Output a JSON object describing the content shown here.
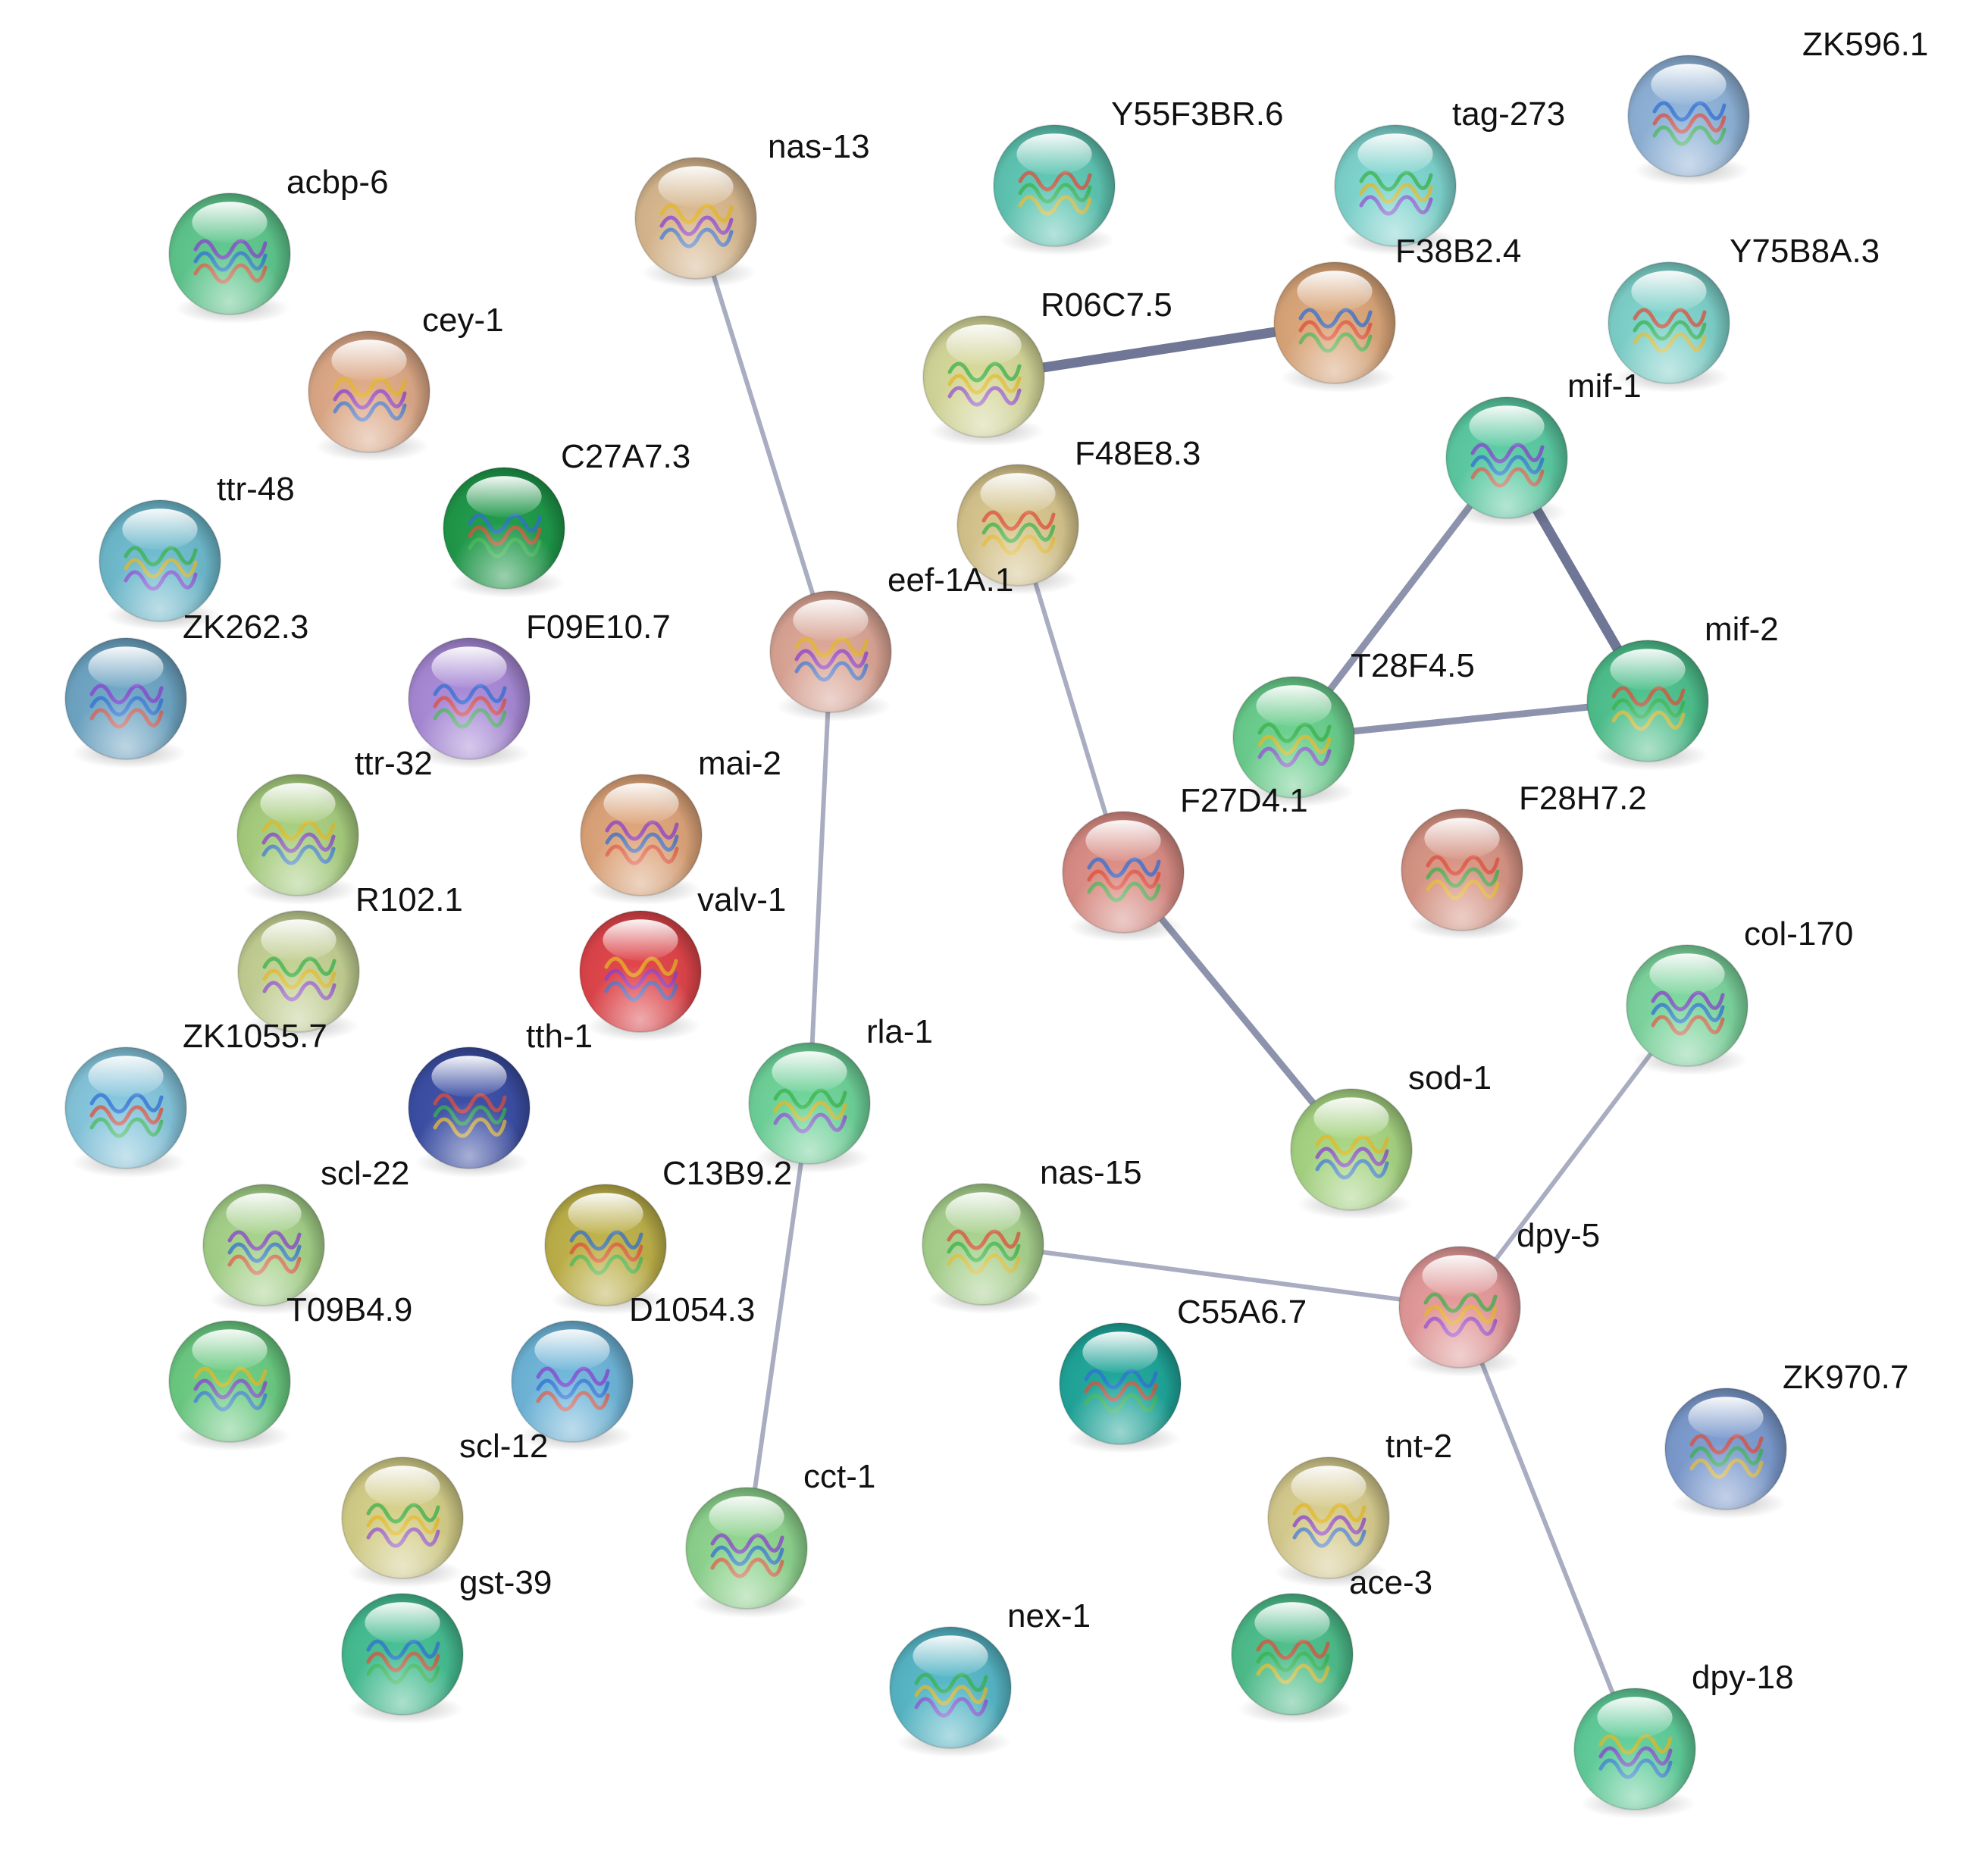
{
  "network": {
    "nodes": [
      {
        "id": "ZK596.1",
        "label": "ZK596.1",
        "color": "#8fb3d9",
        "icon": "protein-structure-icon"
      },
      {
        "id": "Y55F3BR.6",
        "label": "Y55F3BR.6",
        "color": "#5fc7b4",
        "icon": "protein-structure-icon"
      },
      {
        "id": "tag-273",
        "label": "tag-273",
        "color": "#7fd6d0",
        "icon": "protein-structure-icon"
      },
      {
        "id": "nas-13",
        "label": "nas-13",
        "color": "#d9b98f",
        "icon": "protein-structure-icon"
      },
      {
        "id": "acbp-6",
        "label": "acbp-6",
        "color": "#5fc88e",
        "icon": "protein-structure-icon"
      },
      {
        "id": "F38B2.4",
        "label": "F38B2.4",
        "color": "#dca77a",
        "icon": "protein-structure-icon"
      },
      {
        "id": "Y75B8A.3",
        "label": "Y75B8A.3",
        "color": "#7fd3cc",
        "icon": "protein-structure-icon"
      },
      {
        "id": "R06C7.5",
        "label": "R06C7.5",
        "color": "#d6d99a",
        "icon": "protein-structure-icon"
      },
      {
        "id": "cey-1",
        "label": "cey-1",
        "color": "#dfaa88",
        "icon": "protein-structure-icon"
      },
      {
        "id": "mif-1",
        "label": "mif-1",
        "color": "#5ccca4",
        "icon": "protein-structure-icon"
      },
      {
        "id": "C27A7.3",
        "label": "C27A7.3",
        "color": "#1f9a4a",
        "icon": "protein-structure-icon"
      },
      {
        "id": "F48E8.3",
        "label": "F48E8.3",
        "color": "#d8c68e",
        "icon": "protein-structure-icon"
      },
      {
        "id": "ttr-48",
        "label": "ttr-48",
        "color": "#6fbccf",
        "icon": "protein-structure-icon"
      },
      {
        "id": "eef-1A.1",
        "label": "eef-1A.1",
        "color": "#dca696",
        "icon": "protein-structure-icon"
      },
      {
        "id": "ZK262.3",
        "label": "ZK262.3",
        "color": "#6fa7c6",
        "icon": "protein-structure-icon"
      },
      {
        "id": "F09E10.7",
        "label": "F09E10.7",
        "color": "#a98ad8",
        "icon": "protein-structure-icon"
      },
      {
        "id": "mif-2",
        "label": "mif-2",
        "color": "#4fc28e",
        "icon": "protein-structure-icon"
      },
      {
        "id": "T28F4.5",
        "label": "T28F4.5",
        "color": "#6bd08e",
        "icon": "protein-structure-icon"
      },
      {
        "id": "ttr-32",
        "label": "ttr-32",
        "color": "#a8cf7f",
        "icon": "protein-structure-icon"
      },
      {
        "id": "mai-2",
        "label": "mai-2",
        "color": "#dfa57a",
        "icon": "protein-structure-icon"
      },
      {
        "id": "F27D4.1",
        "label": "F27D4.1",
        "color": "#dc8e86",
        "icon": "protein-structure-icon"
      },
      {
        "id": "F28H7.2",
        "label": "F28H7.2",
        "color": "#d99686",
        "icon": "protein-structure-icon"
      },
      {
        "id": "R102.1",
        "label": "R102.1",
        "color": "#c4d194",
        "icon": "protein-structure-icon"
      },
      {
        "id": "valv-1",
        "label": "valv-1",
        "color": "#e0454a",
        "icon": "protein-structure-icon"
      },
      {
        "id": "col-170",
        "label": "col-170",
        "color": "#7ed79f",
        "icon": "protein-structure-icon"
      },
      {
        "id": "ZK1055.7",
        "label": "ZK1055.7",
        "color": "#86c7de",
        "icon": "protein-structure-icon"
      },
      {
        "id": "tth-1",
        "label": "tth-1",
        "color": "#3c4fa6",
        "icon": "protein-structure-icon"
      },
      {
        "id": "rla-1",
        "label": "rla-1",
        "color": "#6fd49a",
        "icon": "protein-structure-icon"
      },
      {
        "id": "sod-1",
        "label": "sod-1",
        "color": "#a8d683",
        "icon": "protein-structure-icon"
      },
      {
        "id": "scl-22",
        "label": "scl-22",
        "color": "#a6d38a",
        "icon": "protein-structure-icon"
      },
      {
        "id": "C13B9.2",
        "label": "C13B9.2",
        "color": "#bfb24a",
        "icon": "protein-structure-icon"
      },
      {
        "id": "nas-15",
        "label": "nas-15",
        "color": "#a9d38f",
        "icon": "protein-structure-icon"
      },
      {
        "id": "dpy-5",
        "label": "dpy-5",
        "color": "#e59a9a",
        "icon": "protein-structure-icon"
      },
      {
        "id": "T09B4.9",
        "label": "T09B4.9",
        "color": "#6ccd83",
        "icon": "protein-structure-icon"
      },
      {
        "id": "D1054.3",
        "label": "D1054.3",
        "color": "#6fb7db",
        "icon": "protein-structure-icon"
      },
      {
        "id": "C55A6.7",
        "label": "C55A6.7",
        "color": "#20a79b",
        "icon": "protein-structure-icon"
      },
      {
        "id": "ZK970.7",
        "label": "ZK970.7",
        "color": "#7d9cd0",
        "icon": "protein-structure-icon"
      },
      {
        "id": "scl-12",
        "label": "scl-12",
        "color": "#d6d08a",
        "icon": "protein-structure-icon"
      },
      {
        "id": "tnt-2",
        "label": "tnt-2",
        "color": "#d8cd8f",
        "icon": "protein-structure-icon"
      },
      {
        "id": "cct-1",
        "label": "cct-1",
        "color": "#8fd58f",
        "icon": "protein-structure-icon"
      },
      {
        "id": "gst-39",
        "label": "gst-39",
        "color": "#46bf93",
        "icon": "protein-structure-icon"
      },
      {
        "id": "ace-3",
        "label": "ace-3",
        "color": "#4ebf8c",
        "icon": "protein-structure-icon"
      },
      {
        "id": "nex-1",
        "label": "nex-1",
        "color": "#57b8c8",
        "icon": "protein-structure-icon"
      },
      {
        "id": "dpy-18",
        "label": "dpy-18",
        "color": "#61cf9b",
        "icon": "protein-structure-icon"
      }
    ],
    "edges": [
      {
        "source": "nas-13",
        "target": "eef-1A.1",
        "weight": 1
      },
      {
        "source": "eef-1A.1",
        "target": "rla-1",
        "weight": 1
      },
      {
        "source": "rla-1",
        "target": "cct-1",
        "weight": 1
      },
      {
        "source": "R06C7.5",
        "target": "F38B2.4",
        "weight": 3
      },
      {
        "source": "F48E8.3",
        "target": "F27D4.1",
        "weight": 1
      },
      {
        "source": "F27D4.1",
        "target": "sod-1",
        "weight": 2
      },
      {
        "source": "mif-1",
        "target": "mif-2",
        "weight": 3
      },
      {
        "source": "mif-1",
        "target": "T28F4.5",
        "weight": 2
      },
      {
        "source": "T28F4.5",
        "target": "mif-2",
        "weight": 2
      },
      {
        "source": "col-170",
        "target": "dpy-5",
        "weight": 1
      },
      {
        "source": "nas-15",
        "target": "dpy-5",
        "weight": 1
      },
      {
        "source": "dpy-5",
        "target": "dpy-18",
        "weight": 1
      }
    ]
  }
}
